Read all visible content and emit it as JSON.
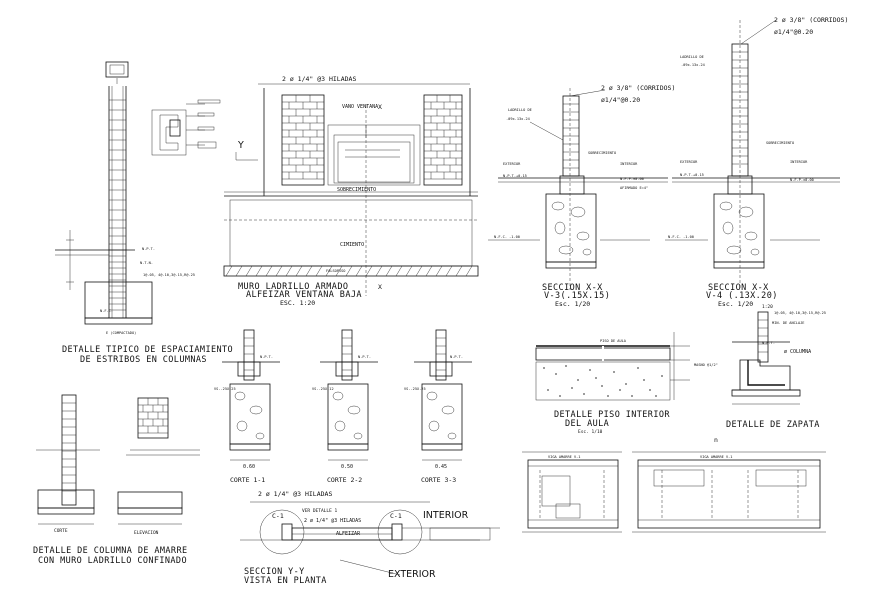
{
  "details": {
    "columna_estribos": {
      "title_1": "DETALLE TIPICO DE ESPACIAMIENTO",
      "title_2": "DE ESTRIBOS EN COLUMNAS",
      "labels": [
        "N.P.T.",
        "N.T.N.",
        "N.F.C.",
        "1@.05, 4@.10,3@.15,R@.25",
        "E (COMPACTADO)"
      ]
    },
    "muro_alfeizar": {
      "title_1": "MURO LADRILLO ARMADO",
      "title_2": "ALFEIZAR VENTANA BAJA",
      "scale": "ESC. 1:20",
      "labels": {
        "hiladas": "2 ø 1/4\" @3 HILADAS",
        "vano": "VANO VENTANA",
        "sobrecimiento": "SOBRECIMIENTO",
        "cimiento": "CIMIENTO",
        "solado": "FALSOPISO",
        "axis_x": "X",
        "axis_y": "Y"
      }
    },
    "seccion_v3": {
      "title": "SECCION X-X",
      "subtitle": "V-3(.15X.15)",
      "scale": "Esc. 1/20",
      "labels": {
        "rebar": "2 ø 3/8\" (CORRIDOS)",
        "stirrup": "ø1/4\"@0.20",
        "ladrillo": "LADRILLO DE",
        "ladrillo_dim": ".09x.13x.24",
        "sobrecimiento": "SOBRECIMIENTO",
        "exterior": "EXTERIOR",
        "interior": "INTERIOR",
        "npt": "N.P.T.+0.15",
        "nfp": "N.F.P.±0.00",
        "afirmado": "AFIRMADO E=4\"",
        "nfc": "N.F.C. -1.00"
      }
    },
    "seccion_v4": {
      "title": "SECCION X-X",
      "subtitle": "V-4 (.13X.20)",
      "scale": "Esc. 1/20",
      "labels": {
        "rebar": "2 ø 3/8\" (CORRIDOS)",
        "stirrup": "ø1/4\"@0.20",
        "ladrillo": "LADRILLO DE",
        "ladrillo_dim": ".09x.13x.24",
        "sobrecimiento": "SOBRECIMIENTO",
        "exterior": "EXTERIOR",
        "interior": "INTERIOR",
        "npt": "N.P.T.+0.15",
        "nfp": "N.F.P.±0.00",
        "nfc": "N.F.C. -1.00"
      }
    },
    "cortes": {
      "items": [
        {
          "title": "CORTE 1-1",
          "beam": "VS-.25X.25",
          "width": "0.60"
        },
        {
          "title": "CORTE 2-2",
          "beam": "VS-.25X.12",
          "width": "0.50"
        },
        {
          "title": "CORTE 3-3",
          "beam": "VS-.25X.25",
          "width": "0.45"
        }
      ],
      "npt": "N.P.T."
    },
    "piso_aula": {
      "title_1": "DETALLE PISO INTERIOR",
      "title_2": "DEL AULA",
      "scale": "Esc. 1/10",
      "label": "PISO DE AULA"
    },
    "zapata": {
      "title": "DETALLE DE ZAPATA",
      "scale": "1:20",
      "labels": [
        "ø COLUMNA",
        "N.P.T.",
        "1@.05, 4@.10,3@.15,R@.25",
        "MIN. DE ANCLAJE",
        "MASNO @1/2\""
      ]
    },
    "columna_amarre": {
      "title_1": "DETALLE DE COLUMNA DE AMARRE",
      "title_2": "CON MURO LADRILLO CONFINADO",
      "corte": "CORTE",
      "elevacion": "ELEVACION"
    },
    "seccion_yy": {
      "title_1": "SECCION Y-Y",
      "title_2": "VISTA EN PLANTA",
      "hiladas_top": "2 ø 1/4\" @3 HILADAS",
      "ver_detalle": "VER DETALLE 1",
      "hiladas_mid": "2 ø 1/4\" @3 HILADAS",
      "alfeizar": "ALFEIZAR",
      "c1": "C-1",
      "c2": "C-1",
      "interior": "INTERIOR",
      "exterior": "EXTERIOR"
    },
    "viga_amarre": {
      "label_1": "VIGA AMARRE V-1",
      "label_2": "VIGA AMARRE V-1",
      "mark": "n"
    }
  }
}
